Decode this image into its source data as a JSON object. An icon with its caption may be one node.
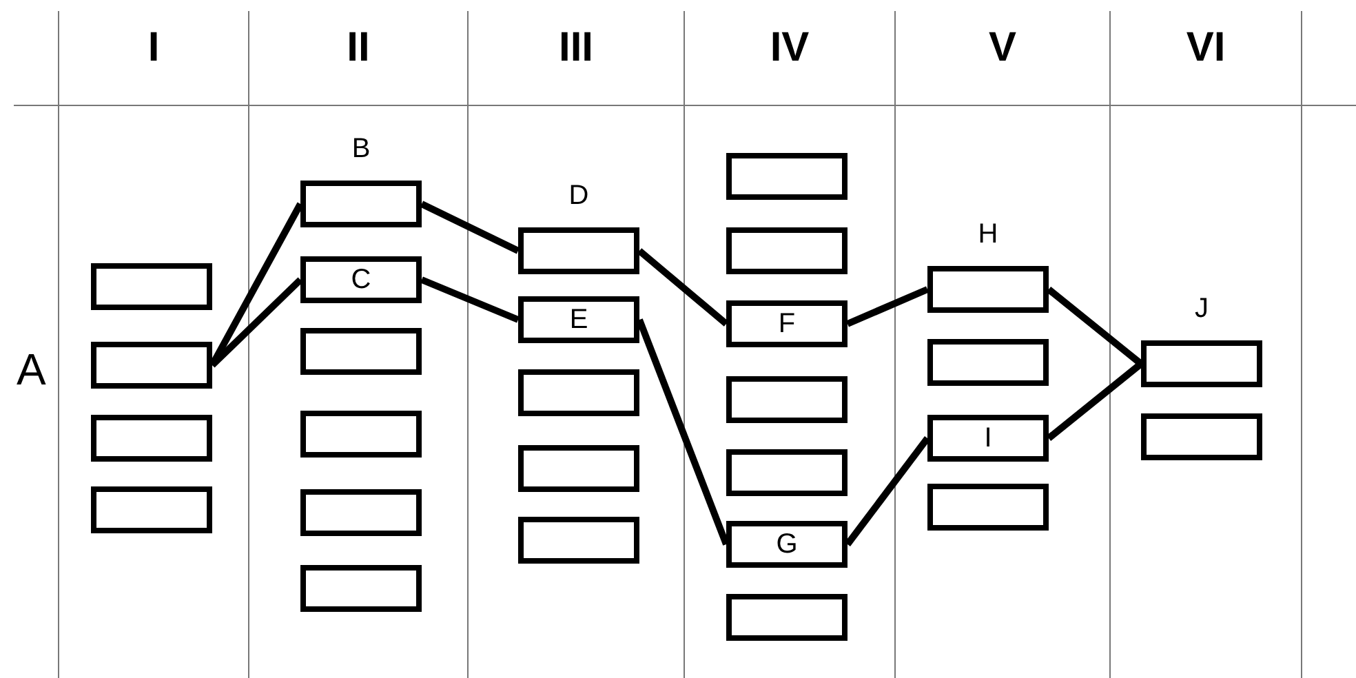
{
  "diagram": {
    "nodes": [
      {
        "text": [
          "I"
        ]
      },
      {
        "text": [],
        "shape": "box",
        "in": 0
      },
      {
        "text": [],
        "shape": "box",
        "in": 0
      },
      {
        "text": [],
        "shape": "box",
        "in": 0
      },
      {
        "text": [],
        "shape": "box",
        "in": 0
      },
      {
        "text": [
          "II"
        ]
      },
      {
        "text": [
          "B"
        ],
        "in": 5
      },
      {
        "text": [
          "C"
        ],
        "in": 5
      },
      {
        "text": [],
        "shape": "box",
        "in": 5
      },
      {
        "text": [],
        "shape": "box",
        "in": 5
      },
      {
        "text": [],
        "shape": "box",
        "in": 5
      },
      {
        "text": [],
        "shape": "box",
        "in": 5
      },
      {
        "text": [
          "III"
        ]
      },
      {
        "text": [
          "D"
        ],
        "in": 12
      },
      {
        "text": [
          "E"
        ],
        "in": 12
      },
      {
        "text": [],
        "shape": "box",
        "in": 12
      },
      {
        "text": [],
        "shape": "box",
        "in": 12
      },
      {
        "text": [],
        "shape": "box",
        "in": 12
      },
      {
        "text": [
          "IV"
        ]
      },
      {
        "text": [],
        "shape": "box",
        "in": 18
      },
      {
        "text": [],
        "shape": "box",
        "in": 18
      },
      {
        "text": [
          "F"
        ],
        "in": 18
      },
      {
        "text": [],
        "shape": "box",
        "in": 18
      },
      {
        "text": [],
        "shape": "box",
        "in": 18
      },
      {
        "text": [
          "G"
        ],
        "in": 18
      },
      {
        "text": [],
        "shape": "box",
        "in": 18
      },
      {
        "text": [
          "V"
        ]
      },
      {
        "text": [
          "H"
        ],
        "in": 26
      },
      {
        "text": [],
        "shape": "box",
        "in": 26
      },
      {
        "text": [
          "I"
        ],
        "in": 26
      },
      {
        "text": [],
        "shape": "box",
        "in": 26
      },
      {
        "text": [
          "VI"
        ]
      },
      {
        "text": [
          "J"
        ],
        "in": 31
      },
      {
        "text": [],
        "shape": "box",
        "in": 31
      }
    ],
    "edges": [
      {
        "from": 2,
        "to": 6,
        "arrow": "none"
      },
      {
        "from": 2,
        "to": 7,
        "arrow": "none"
      },
      {
        "from": 6,
        "to": 13,
        "arrow": "none"
      },
      {
        "from": 7,
        "to": 14,
        "arrow": "none"
      },
      {
        "from": 13,
        "to": 21,
        "arrow": "none"
      },
      {
        "from": 14,
        "to": 24,
        "arrow": "none"
      },
      {
        "from": 21,
        "to": 27,
        "arrow": "none"
      },
      {
        "from": 24,
        "to": 29,
        "arrow": "none"
      },
      {
        "from": 27,
        "to": 32,
        "arrow": "none"
      },
      {
        "from": 29,
        "to": 32,
        "arrow": "none"
      }
    ],
    "labels": [
      "A"
    ]
  }
}
